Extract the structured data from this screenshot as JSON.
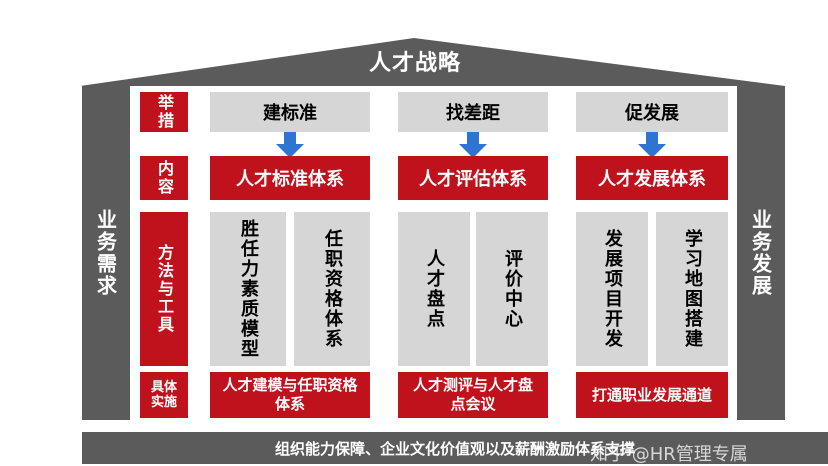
{
  "roof": {
    "title": "人才战略",
    "color": "#5b5b5b"
  },
  "sides": {
    "left": "业务需求",
    "right": "业务发展"
  },
  "row_labels": [
    "举措",
    "内容",
    "方法与工具",
    "具体实施"
  ],
  "columns": [
    {
      "measure": "建标准",
      "content": "人才标准体系",
      "methods": [
        "胜任力素质模型",
        "任职资格体系"
      ],
      "implementation": "人才建模与任职资格体系"
    },
    {
      "measure": "找差距",
      "content": "人才评估体系",
      "methods": [
        "人才盘点",
        "评价中心"
      ],
      "implementation": "人才测评与人才盘点会议"
    },
    {
      "measure": "促发展",
      "content": "人才发展体系",
      "methods": [
        "发展项目开发",
        "学习地图搭建"
      ],
      "implementation": "打通职业发展通道"
    }
  ],
  "footer": "组织能力保障、企业文化价值观以及薪酬激励体系支撑",
  "watermark": "知乎 @HR管理专属",
  "colors": {
    "red": "#c0121c",
    "dark_gray": "#5b5b5b",
    "light_gray": "#d6d6d6",
    "arrow_blue": "#2e75d2"
  }
}
